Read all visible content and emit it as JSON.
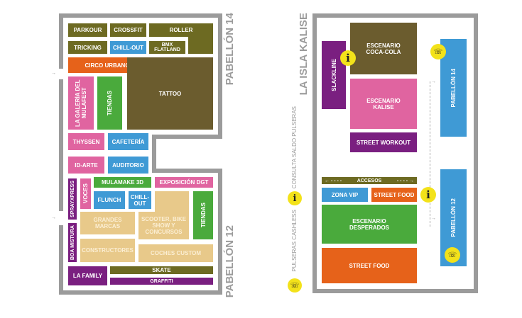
{
  "left_map": {
    "pavilion_top": "PABELLÓN 14",
    "pavilion_bottom": "PABELLÓN 12",
    "zones": [
      "PARKOUR",
      "CROSSFIT",
      "ROLLER",
      "TRICKING",
      "CHILL-OUT",
      "BMX FLATLAND",
      "CIRCO URBANO",
      "TATTOO",
      "LA GALERÍA DEL MULAFEST",
      "TIENDAS",
      "THYSSEN",
      "CAFETERÍA",
      "ID-ARTE",
      "AUDITORIO",
      "SPRAYXPRESS",
      "VOCES",
      "MULAMAKE 3D",
      "EXPOSICIÓN DGT",
      "FLUNCH",
      "CHILL-OUT",
      "GRANDES MARCAS",
      "SCOOTER, BIKE SHOW Y CONCURSOS",
      "TIENDAS",
      "BOA MISTURA",
      "CONSTRUCTORES",
      "COCHES CUSTOM",
      "LA FAMILY",
      "SKATE",
      "GRAFFITI"
    ]
  },
  "right_map": {
    "title": "LA ISLA KALISE",
    "zones": [
      "ESCENARIO COCA-COLA",
      "SLACKLINE",
      "ESCENARIO KALISE",
      "STREET WORKOUT",
      "PABELLÓN 14",
      "ACCESOS",
      "ZONA VIP",
      "STREET FOOD",
      "ESCENARIO DESPERADOS",
      "STREET FOOD",
      "PABELLÓN 12"
    ],
    "accesos_arrows": "← - - - -",
    "accesos_arrows_right": "- - - - →"
  },
  "legend": {
    "info": "CONSULTA SALDO PULSERAS",
    "cashless": "PULSERAS CASHLESS",
    "info_icon": "i",
    "moto_icon": "☏"
  },
  "colors": {
    "olive": "#6d6a22",
    "brown": "#6b5c2e",
    "blue": "#3f9ad5",
    "orange": "#e6621a",
    "pink": "#e064a0",
    "green": "#4aaa3c",
    "purple": "#7a1f80",
    "tan": "#e8c98a",
    "yellow": "#f3e21a",
    "wall": "#9b9b9b"
  }
}
